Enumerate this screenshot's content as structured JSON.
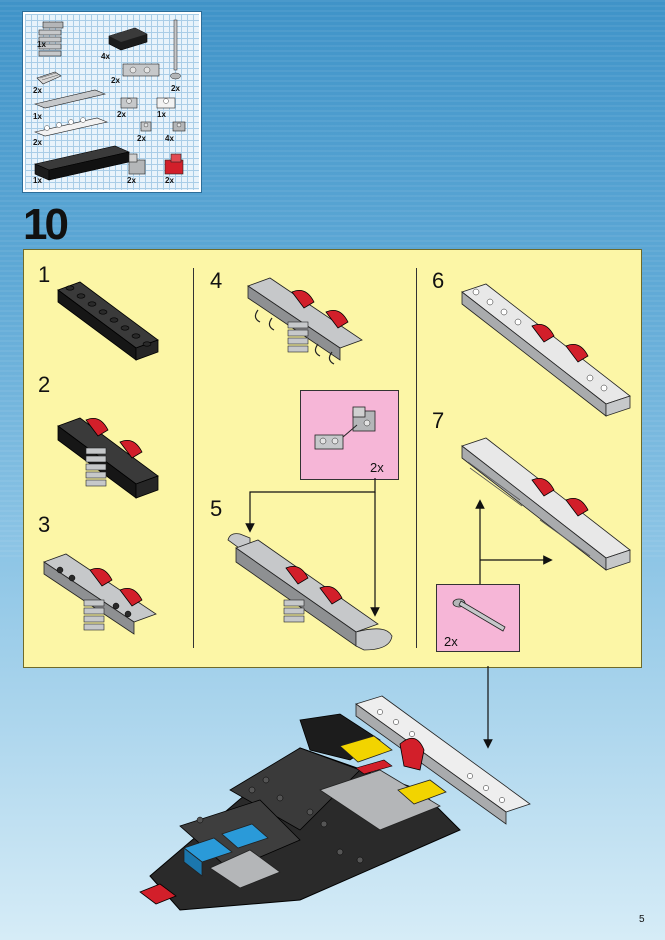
{
  "parts_list": {
    "quantities": [
      "1x",
      "4x",
      "2x",
      "2x",
      "2x",
      "1x",
      "2x",
      "2x",
      "1x",
      "2x",
      "4x",
      "1x",
      "2x",
      "2x"
    ]
  },
  "step": {
    "number": "10"
  },
  "substeps": [
    "1",
    "2",
    "3",
    "4",
    "5",
    "6",
    "7"
  ],
  "callouts": {
    "clip_qty": "2x",
    "bar_qty": "2x"
  },
  "page": {
    "number": "5"
  },
  "colors": {
    "black_brick": "#1c1c1c",
    "gray_brick": "#a9abad",
    "white_brick": "#f2f2f2",
    "red_brick": "#d21f2a",
    "yellow_brick": "#f2d400",
    "blue_brick": "#2a9ad9",
    "panel": "#fcf6a6",
    "callout": "#f6b6d7"
  }
}
